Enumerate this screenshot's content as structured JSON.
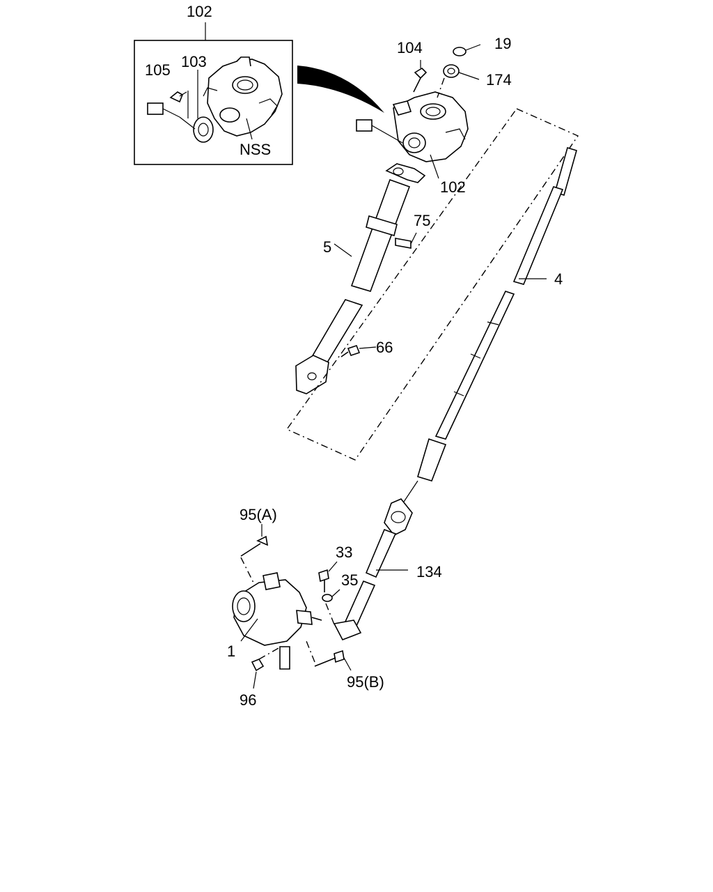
{
  "labels": {
    "l102_top": "102",
    "l105": "105",
    "l103": "103",
    "lNSS": "NSS",
    "l104": "104",
    "l19": "19",
    "l174": "174",
    "l102": "102",
    "l75": "75",
    "l5": "5",
    "l4": "4",
    "l66": "66",
    "l95A": "95(A)",
    "l33": "33",
    "l35": "35",
    "l134": "134",
    "l1": "1",
    "l96": "96",
    "l95B": "95(B)"
  }
}
